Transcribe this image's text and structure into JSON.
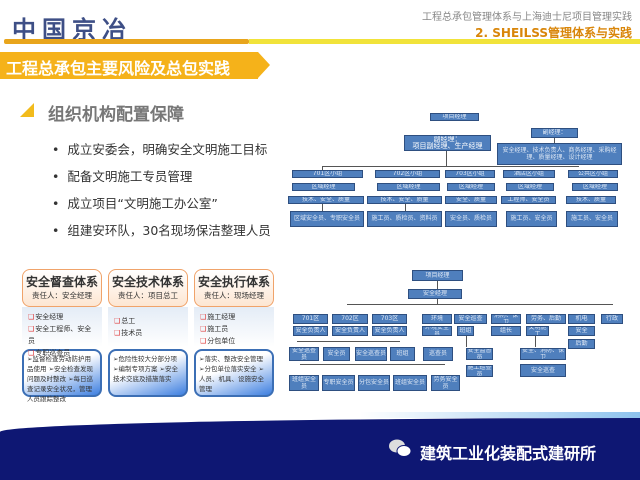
{
  "header": {
    "logo": "中国京冶",
    "subtitle": "工程总承包管理体系与上海迪士尼项目管理实践",
    "section": "2. SHEILSS管理体系与实践"
  },
  "banner": "工程总承包主要风险及总包实践",
  "section_title": "组织机构配置保障",
  "bullets": [
    "成立安委会，明确安全文明施工目标",
    "配备文明施工专员管理",
    "成立项目“文明施工办公室”",
    "组建安环队，30名现场保洁整理人员"
  ],
  "cards": [
    {
      "title": "安全督查体系",
      "owner": "责任人：安全经理",
      "items": [
        "安全经理",
        "安全工程师、安全员",
        "专职巡查员"
      ],
      "notes": "➢监督检查劳动防护用品使用 ➢安全检查发现问题及时整改 ➢每日巡查记录安全状况，管理人员跟踪整改"
    },
    {
      "title": "安全技术体系",
      "owner": "责任人：项目总工",
      "items": [
        "总工",
        "技术员"
      ],
      "notes": "➢危险性较大分部分项 ➢编制专项方案 ➢安全技术交底及措施落实"
    },
    {
      "title": "安全执行体系",
      "owner": "责任人：现场经理",
      "items": [
        "施工经理",
        "施工员",
        "分包单位"
      ],
      "notes": "➢落实、整改安全管理 ➢分包单位落实安全 ➢人员、机具、设施安全管理"
    }
  ],
  "org_upper": {
    "top": "项目经理",
    "deputy": "副经理：",
    "deputy_names": "项目副经理、生产经理",
    "right_head": "副经理：",
    "right_body": "安全经理、技术负责人、商务经理、采购经理、质量经理、设计经理",
    "areas": [
      "701区小组",
      "702区小组",
      "703区小组",
      "酒店区小组",
      "公共区小组"
    ],
    "leads": [
      "区域经理",
      "区域经理",
      "区域经理",
      "区域经理",
      "区域经理"
    ],
    "row3": [
      "技术、安全、质量",
      "技术、安全、质量",
      "安全、质量",
      "工程师、安全员",
      "技术、质量"
    ],
    "row4": [
      "区域安全员、专职安全员",
      "施工员、质检员、资料员",
      "安全员、质检员",
      "施工员、安全员",
      "施工员、安全员"
    ]
  },
  "org_lower": {
    "top": "项目经理",
    "second": "安全经理",
    "row1": [
      "701区",
      "702区",
      "703区",
      "环境",
      "安全巡查",
      "消防、保卫",
      "劳务、后勤",
      "机电",
      "行政"
    ],
    "row2": [
      "安全负责人",
      "安全负责人",
      "安全负责人",
      "环境安全员",
      "班组",
      "组长",
      "文明施工",
      "安全",
      "后勤"
    ],
    "row3": [
      "安全巡查员",
      "安全员",
      "安全巡查员",
      "班组",
      "巡查员",
      "安全监督员",
      "安全、消防、保卫"
    ],
    "row4": [
      "施工巡查员",
      "安全巡查"
    ],
    "row5": [
      "班组安全员",
      "专职安全员",
      "分包安全员",
      "班组安全员",
      "劳务安全员"
    ]
  },
  "footer": {
    "watermark": "建筑工业化装配式建研所"
  },
  "colors": {
    "brand": "#3e4f86",
    "accent": "#f5b21a",
    "footer": "#0e1773",
    "box": "#4f7fbd"
  }
}
